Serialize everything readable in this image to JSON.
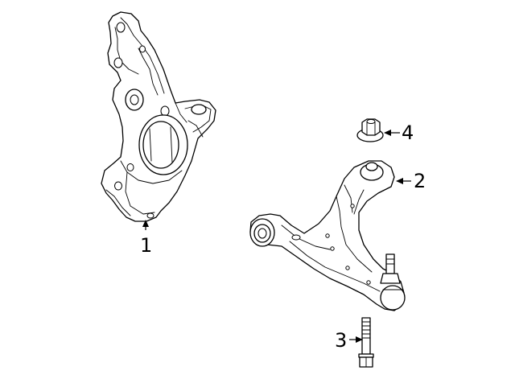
{
  "callouts": {
    "knuckle": "1",
    "control_arm": "2",
    "bolt": "3",
    "nut": "4"
  },
  "colors": {
    "line": "#000000",
    "background": "#ffffff"
  }
}
